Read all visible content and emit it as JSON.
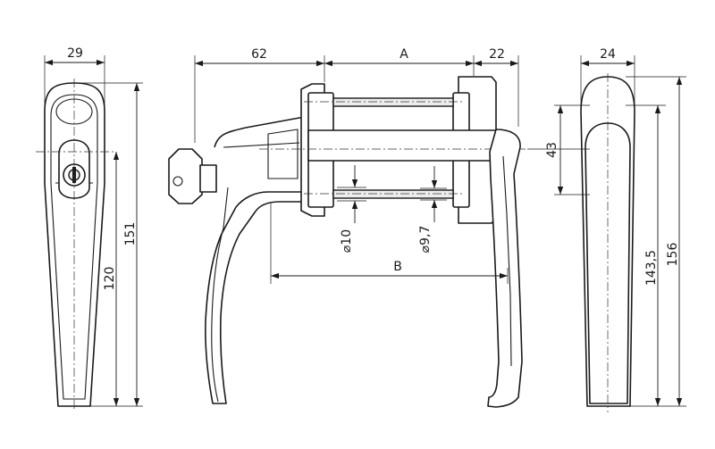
{
  "dimensions": {
    "front_width": "29",
    "front_height_outer": "151",
    "front_height_inner": "120",
    "side_offset": "62",
    "spacing_a": "A",
    "spacing_22": "22",
    "spacing_b": "B",
    "pin_diameter_1": "⌀10",
    "pin_diameter_2": "⌀9,7",
    "right_width": "24",
    "right_43": "43",
    "right_height_inner": "143,5",
    "right_height_outer": "156"
  }
}
